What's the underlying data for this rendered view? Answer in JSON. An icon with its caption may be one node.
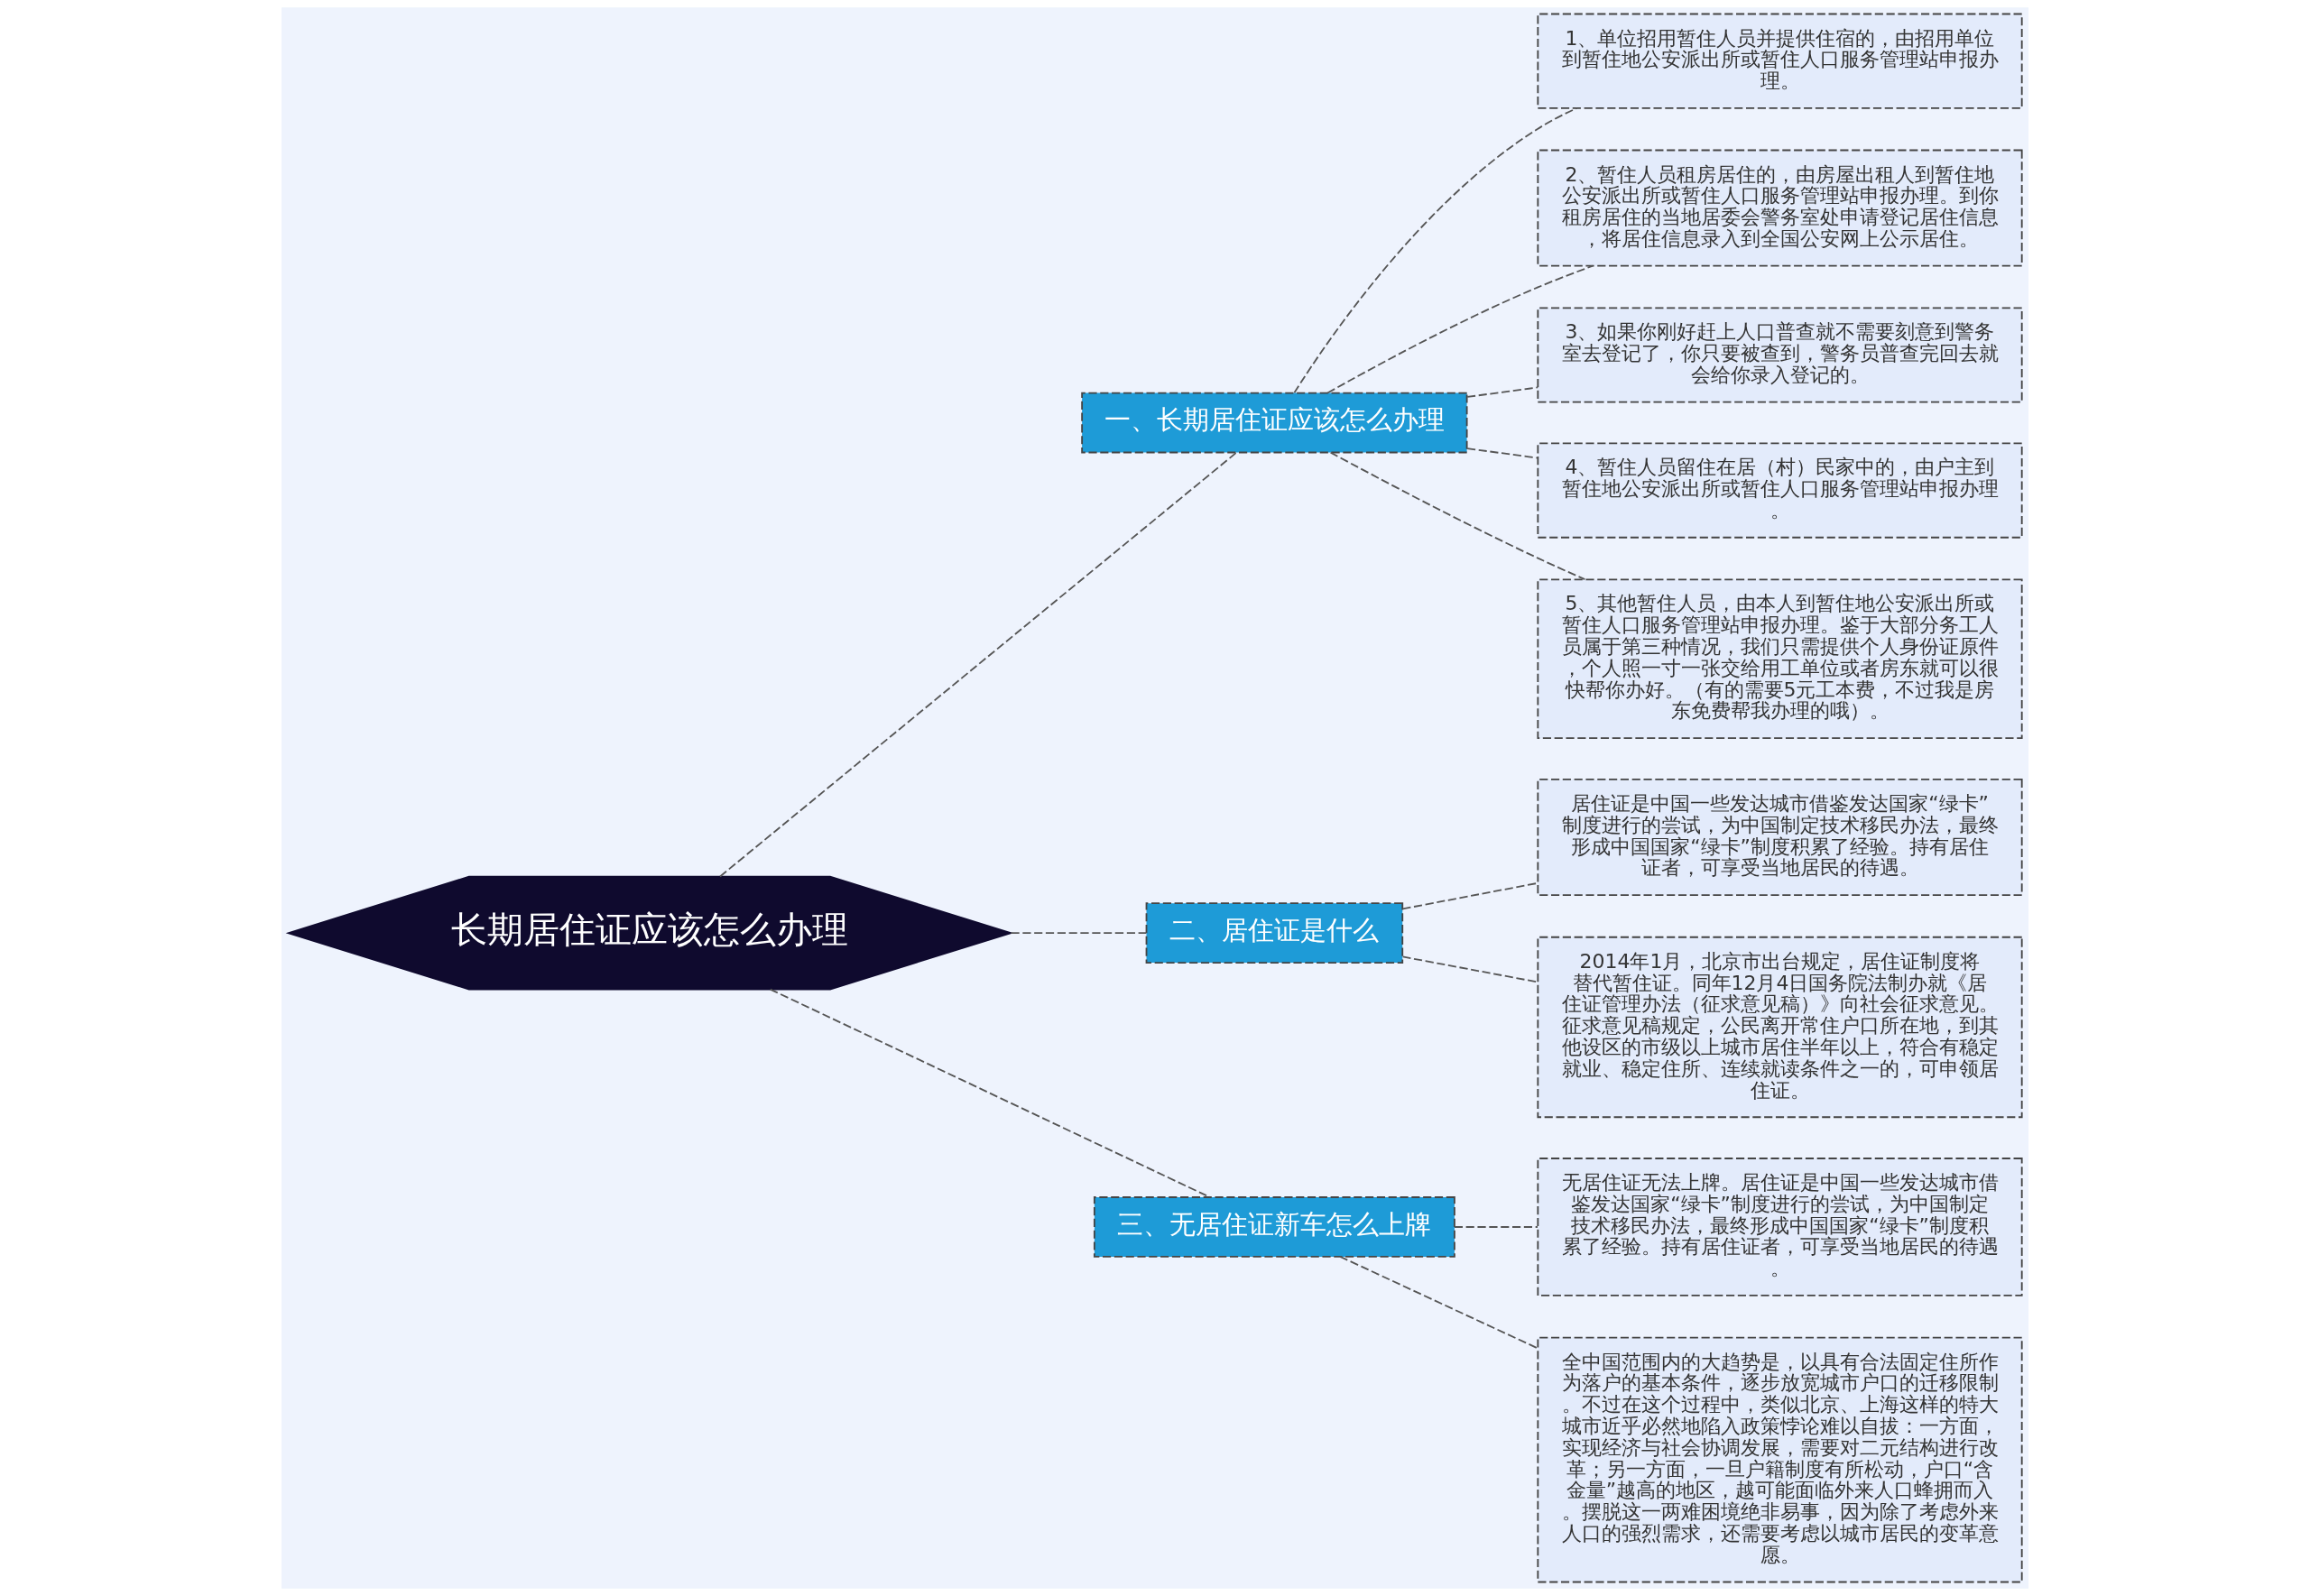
{
  "diagram": {
    "nodes": [
      {
        "text": [
          "长期居住证应该怎么办理"
        ]
      },
      {
        "text": [
          "一、长期居住证应该怎么办理"
        ]
      },
      {
        "text": [
          "1、单位招用暂住人员并提供住宿的，由招用单位到暂住地公安派出所或暂住人口服务管理站申报办理。"
        ]
      },
      {
        "text": [
          "2、暂住人员租房居住的，由房屋出租人到暂住地公安派出所或暂住人口服务管理站申报办理。到你租房居住的当地居委会警务室处申请登记居住信息，将居住信息录入到全国公安网上公示居住。"
        ]
      },
      {
        "text": [
          "3、如果你刚好赶上人口普查就不需要刻意到警务室去登记了，你只要被查到，警务员普查完回去就会给你录入登记的。"
        ]
      },
      {
        "text": [
          "4、暂住人员留住在居（村）民家中的，由户主到暂住地公安派出所或暂住人口服务管理站申报办理。"
        ]
      },
      {
        "text": [
          "5、其他暂住人员，由本人到暂住地公安派出所或暂住人口服务管理站申报办理。鉴于大部分务工人员属于第三种情况，我们只需提供个人身份证原件，个人照一寸一张交给用工单位或者房东就可以很快帮你办好。（有的需要5元工本费，不过我是房东免费帮我办理的哦）。"
        ]
      },
      {
        "text": [
          "二、居住证是什么"
        ]
      },
      {
        "text": [
          "居住证是中国一些发达城市借鉴发达国家“绿卡”制度进行的尝试，为中国制定技术移民办法，最终形成中国国家“绿卡”制度积累了经验。持有居住证者，可享受当地居民的待遇。"
        ]
      },
      {
        "text": [
          "2014年1月，北京市出台规定，居住证制度将替代暂住证。同年12月4日国务院法制办就《居住证管理办法（征求意见稿）》向社会征求意见。征求意见稿规定，公民离开常住户口所在地，到其他设区的市级以上城市居住半年以上，符合有稳定就业、稳定住所、连续就读条件之一的，可申领居住证。"
        ]
      },
      {
        "text": [
          "三、无居住证新车怎么上牌"
        ]
      },
      {
        "text": [
          "无居住证无法上牌。居住证是中国一些发达城市借鉴发达国家“绿卡”制度进行的尝试，为中国制定技术移民办法，最终形成中国国家“绿卡”制度积累了经验。持有居住证者，可享受当地居民的待遇。"
        ]
      },
      {
        "text": [
          "全中国范围内的大趋势是，以具有合法固定住所作为落户的基本条件，逐步放宽城市户口的迁移限制。不过在这个过程中，类似北京、上海这样的特大城市近乎必然地陷入政策悖论难以自拔：一方面，实现经济与社会协调发展，需要对二元结构进行改革；另一方面，一旦户籍制度有所松动，户口“含金量”越高的地区，越可能面临外来人口蜂拥而入。摆脱这一两难困境绝非易事，因为除了考虑外来人口的强烈需求，还需要考虑以城市居民的变革意愿。"
        ]
      }
    ],
    "edges": [
      {
        "from": 0,
        "to": 1,
        "arrow": "none",
        "style": "dashed"
      },
      {
        "from": 1,
        "to": 2,
        "arrow": "none",
        "style": "dashed"
      },
      {
        "from": 1,
        "to": 3,
        "arrow": "none",
        "style": "dashed"
      },
      {
        "from": 1,
        "to": 4,
        "arrow": "none",
        "style": "dashed"
      },
      {
        "from": 1,
        "to": 5,
        "arrow": "none",
        "style": "dashed"
      },
      {
        "from": 1,
        "to": 6,
        "arrow": "none",
        "style": "dashed"
      },
      {
        "from": 0,
        "to": 7,
        "arrow": "none",
        "style": "dashed"
      },
      {
        "from": 7,
        "to": 8,
        "arrow": "none",
        "style": "dashed"
      },
      {
        "from": 7,
        "to": 9,
        "arrow": "none",
        "style": "dashed"
      },
      {
        "from": 0,
        "to": 10,
        "arrow": "none",
        "style": "dashed"
      },
      {
        "from": 10,
        "to": 11,
        "arrow": "none",
        "style": "dashed"
      },
      {
        "from": 10,
        "to": 12,
        "arrow": "none",
        "style": "dashed"
      }
    ]
  }
}
